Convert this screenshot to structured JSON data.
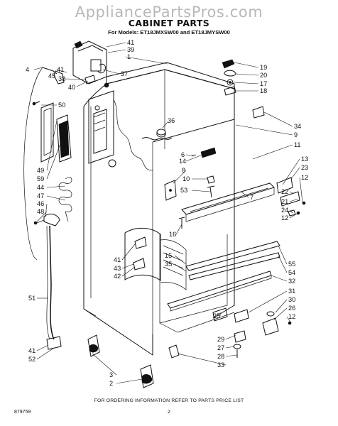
{
  "watermark": "AppliancePartsPros.com",
  "title": "CABINET PARTS",
  "subtitle": "For Models: ET18JMXSW00 and ET18JMYSW00",
  "footer_note": "FOR ORDERING INFORMATION REFER TO PARTS PRICE LIST",
  "doc_number": "879759",
  "page_number": "2",
  "callouts": {
    "c41a": "41",
    "c39": "39",
    "c1": "1",
    "c4": "4",
    "c45": "45",
    "c41b": "41",
    "c38": "38",
    "c40": "40",
    "c37": "37",
    "c50": "50",
    "c36": "36",
    "c19": "19",
    "c20": "20",
    "c17": "17",
    "c18": "18",
    "c34": "34",
    "c9": "9",
    "c11": "11",
    "c6": "6",
    "c14": "14",
    "c8": "8",
    "c10": "10",
    "c53": "53",
    "c7": "7",
    "c13": "13",
    "c23": "23",
    "c12a": "12",
    "c22": "22",
    "c21": "21",
    "c24": "24",
    "c12b": "12",
    "c49": "49",
    "c59": "59",
    "c44": "44",
    "c47": "47",
    "c46": "46",
    "c48": "48",
    "c16": "16",
    "c41c": "41",
    "c43": "43",
    "c42": "42",
    "c15": "15",
    "c35": "35",
    "c55": "55",
    "c54": "54",
    "c32": "32",
    "c31": "31",
    "c30": "30",
    "c26": "26",
    "c12c": "12",
    "c25": "25",
    "c29": "29",
    "c27": "27",
    "c28": "28",
    "c33": "33",
    "c51": "51",
    "c41d": "41",
    "c52": "52",
    "c3": "3",
    "c2": "2"
  }
}
